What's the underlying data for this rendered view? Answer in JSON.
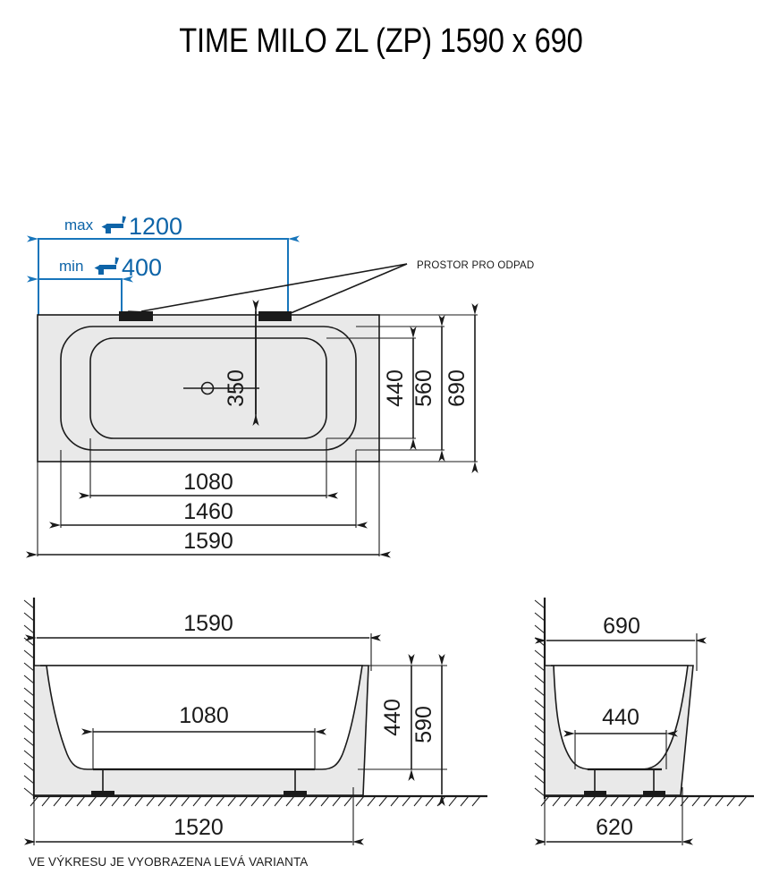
{
  "title": "TIME MILO ZL (ZP) 1590 x 690",
  "caption": "VE VÝKRESU JE VYOBRAZENA LEVÁ VARIANTA",
  "colors": {
    "blue": "#1775bb",
    "blue_text": "#0d64a8",
    "line": "#1a1a1a",
    "body_fill": "#e9e9e9",
    "interior_fill": "#ffffff"
  },
  "top_view": {
    "name": "top-view",
    "plumbing": {
      "max_label": "max",
      "max_value": "1200",
      "min_label": "min",
      "min_value": "400",
      "faucet_icon": "faucet-icon"
    },
    "drain_callout": "PROSTOR PRO ODPAD",
    "dimensions": {
      "drain_offset_vertical": "350",
      "inner_width_right": "440",
      "mid_width_right": "560",
      "outer_width_right": "690",
      "inner_length": "1080",
      "mid_length": "1460",
      "outer_length": "1590"
    }
  },
  "front_view": {
    "name": "front-view",
    "dimensions": {
      "overall_length": "1590",
      "bottom_length": "1080",
      "inner_height": "440",
      "overall_height": "590",
      "foot_span": "1520"
    }
  },
  "side_view": {
    "name": "side-view",
    "dimensions": {
      "overall_width": "690",
      "bottom_width": "440",
      "foot_span": "620"
    }
  }
}
